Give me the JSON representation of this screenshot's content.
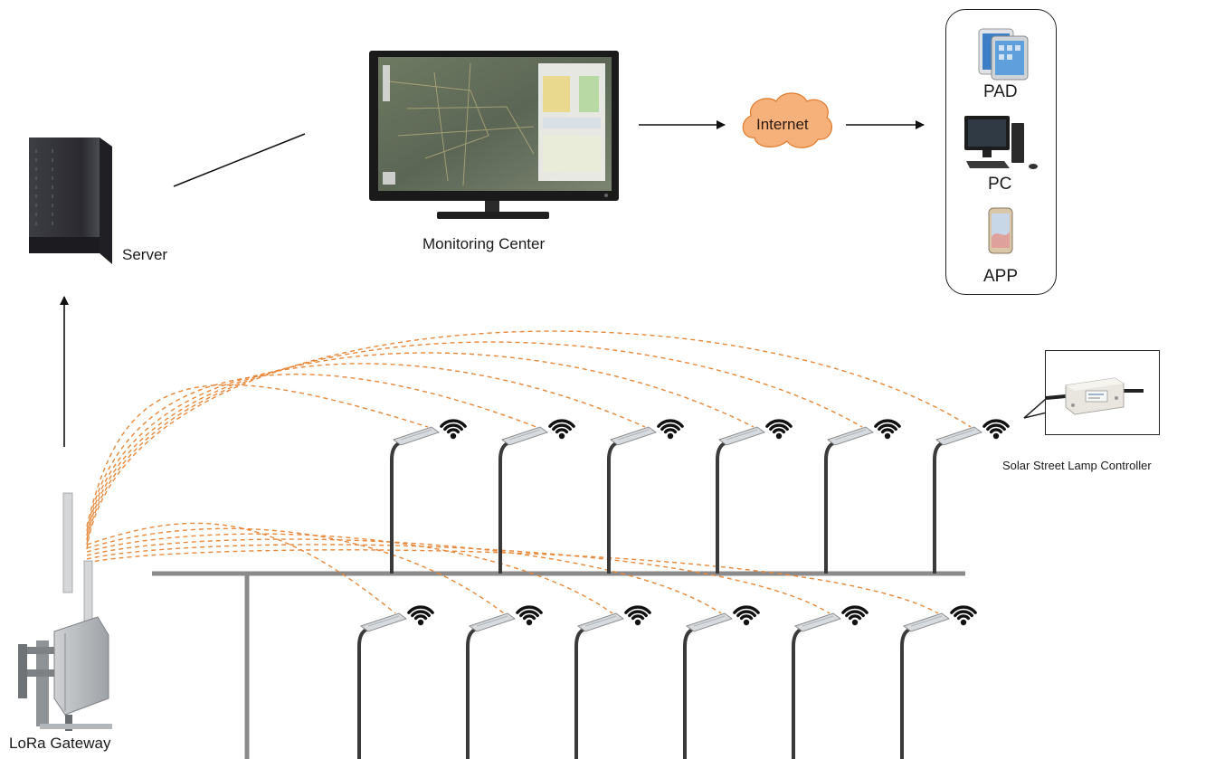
{
  "labels": {
    "server": "Server",
    "monitoring_center": "Monitoring Center",
    "internet": "Internet",
    "pad": "PAD",
    "pc": "PC",
    "app": "APP",
    "controller": "Solar Street Lamp Controller",
    "gateway": "LoRa Gateway"
  },
  "colors": {
    "signal_dash": "#e8883a",
    "internet_cloud": "#f6b07a",
    "pole": "#3a3a3a",
    "road": "#8a8a8a",
    "wifi": "#111111"
  },
  "icons": {
    "server": "server-rack-icon",
    "monitor": "monitor-icon",
    "cloud": "cloud-icon",
    "tablet": "tablet-icon",
    "pc": "desktop-computer-icon",
    "phone": "smartphone-icon",
    "gateway": "antenna-gateway-icon",
    "lamp": "solar-street-lamp-icon",
    "wifi": "wifi-icon",
    "controller": "controller-module-icon"
  },
  "lamps": {
    "top_row_count": 6,
    "bottom_row_count": 6
  }
}
